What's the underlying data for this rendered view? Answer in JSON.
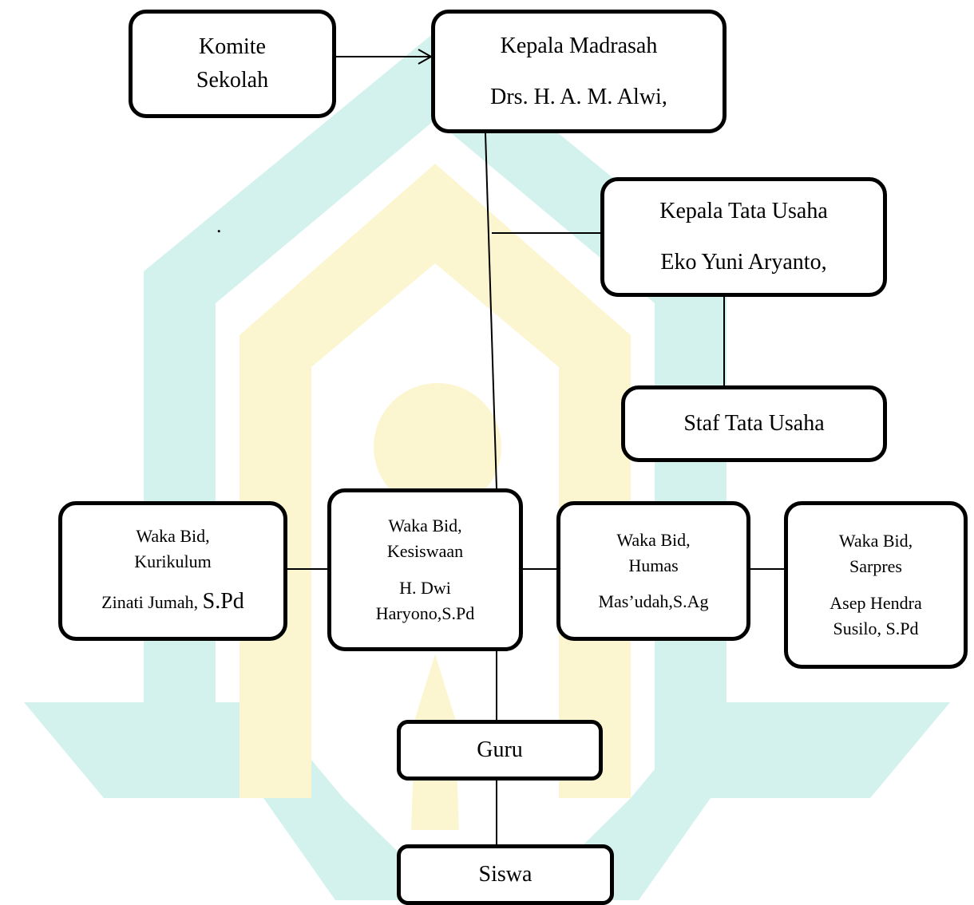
{
  "chart": {
    "komite": {
      "line1": "Komite",
      "line2": "Sekolah"
    },
    "kepala_madrasah": {
      "title": "Kepala Madrasah",
      "name": "Drs. H. A. M. Alwi,"
    },
    "kepala_tu": {
      "title": "Kepala Tata Usaha",
      "name": "Eko Yuni Aryanto,"
    },
    "staf_tu": {
      "title": "Staf Tata Usaha"
    },
    "waka_kurikulum": {
      "line1": "Waka Bid,",
      "line2": "Kurikulum",
      "name": "Zinati Jumah,",
      "suffix": "S.Pd"
    },
    "waka_kesiswaan": {
      "line1": "Waka Bid,",
      "line2": "Kesiswaan",
      "name1": "H. Dwi",
      "name2": "Haryono,S.Pd"
    },
    "waka_humas": {
      "line1": "Waka Bid,",
      "line2": "Humas",
      "name": "Mas’udah,S.Ag"
    },
    "waka_sarpres": {
      "line1": "Waka Bid,",
      "line2": "Sarpres",
      "name1": "Asep Hendra",
      "name2": "Susilo, S.Pd"
    },
    "guru": {
      "title": "Guru"
    },
    "siswa": {
      "title": "Siswa"
    },
    "stray_mark": "."
  },
  "colors": {
    "watermark_teal": "#d3f2ee",
    "watermark_yellow": "#fbf6cf",
    "border": "#000000"
  }
}
